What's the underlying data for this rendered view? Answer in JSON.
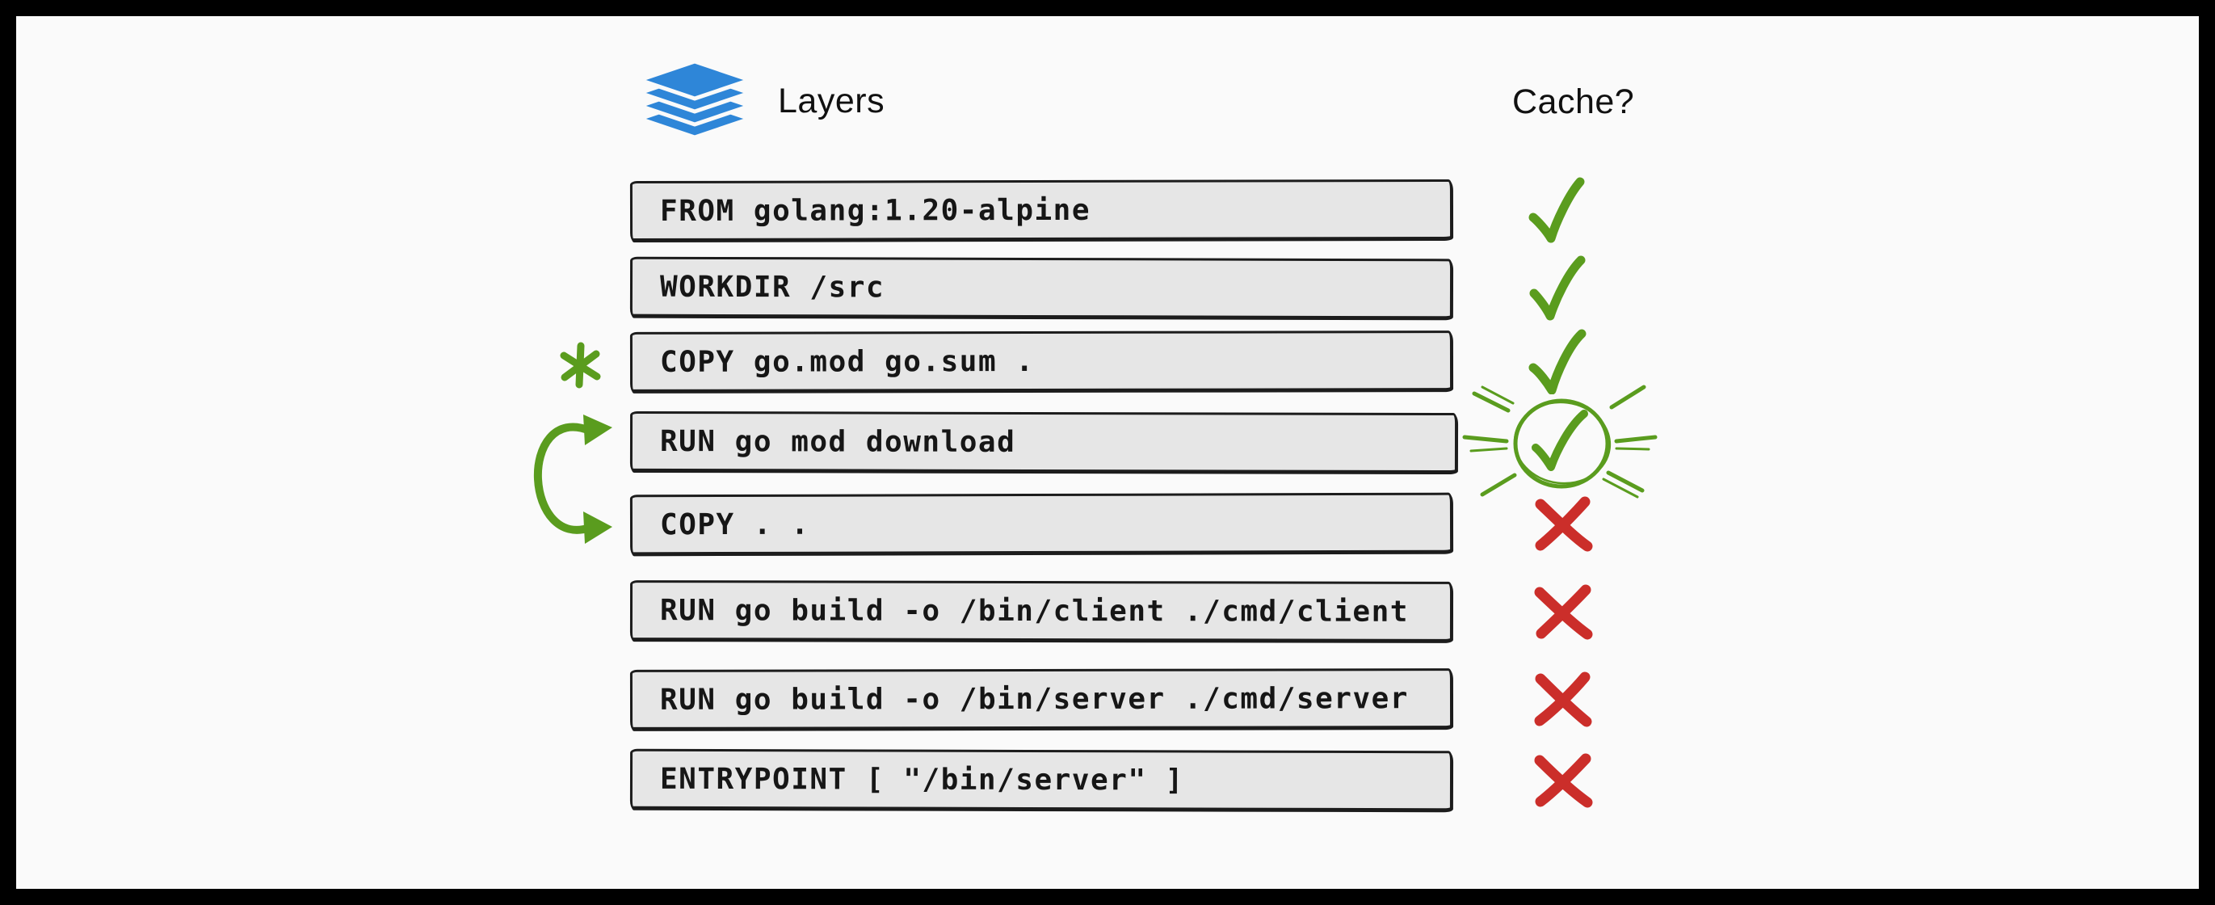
{
  "header": {
    "layers_label": "Layers",
    "cache_label": "Cache?"
  },
  "rows": [
    {
      "instruction": "FROM golang:1.20-alpine",
      "cache": "hit"
    },
    {
      "instruction": "WORKDIR /src",
      "cache": "hit"
    },
    {
      "instruction": "COPY go.mod go.sum .",
      "cache": "hit",
      "marker": "asterisk"
    },
    {
      "instruction": "RUN go mod download",
      "cache": "hit-emphasized"
    },
    {
      "instruction": "COPY . .",
      "cache": "miss"
    },
    {
      "instruction": "RUN go build -o /bin/client ./cmd/client",
      "cache": "miss"
    },
    {
      "instruction": "RUN go build -o /bin/server ./cmd/server",
      "cache": "miss"
    },
    {
      "instruction": "ENTRYPOINT [ \"/bin/server\" ]",
      "cache": "miss"
    }
  ],
  "annotations": {
    "asterisk_marks_row": "COPY go.mod go.sum .",
    "swap_arrow_between": [
      "RUN go mod download",
      "COPY . ."
    ]
  },
  "colors": {
    "cache_hit_green": "#5A9C1E",
    "cache_miss_red": "#CB2E2A",
    "layers_blue": "#2E86D8",
    "box_fill": "#E6E6E6",
    "background": "#FAFAFA",
    "frame": "#000000"
  }
}
